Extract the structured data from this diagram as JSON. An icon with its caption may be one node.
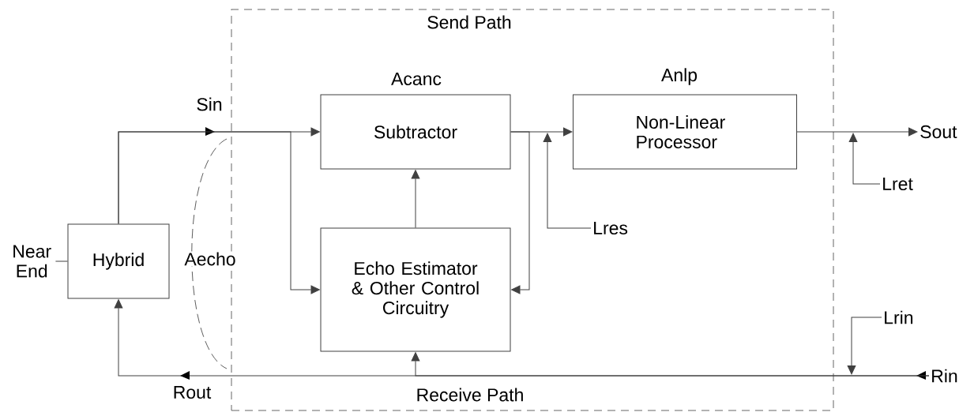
{
  "diagram": {
    "nodes": [
      {
        "text": [
          "Send Path",
          "Receive Path"
        ]
      },
      {
        "text": [
          "Hybrid"
        ]
      },
      {
        "text": [
          "Subtractor"
        ],
        "beside": [
          "Acanc"
        ],
        "in": 0
      },
      {
        "text": [
          "Non-Linear Processor"
        ],
        "beside": [
          "Anlp"
        ],
        "in": 0
      },
      {
        "text": [
          "Echo Estimator & Other Control Circuitry"
        ],
        "in": 0
      },
      {
        "text": [
          "Near End"
        ]
      },
      {
        "text": [
          "Sout"
        ]
      },
      {
        "text": [
          "Rin"
        ]
      },
      {
        "text": [
          "Lres"
        ],
        "in": 0
      },
      {
        "text": [
          "Lret"
        ]
      },
      {
        "text": [
          "Lrin"
        ]
      }
    ],
    "edges": [
      {
        "from": 5,
        "to": 1,
        "arrow": "none"
      },
      {
        "from": 1,
        "to": 2,
        "arrow": "to"
      },
      {
        "from": 1,
        "to": 4,
        "arrow": "to"
      },
      {
        "from": 4,
        "to": 2,
        "arrow": "to"
      },
      {
        "from": 2,
        "to": 3,
        "arrow": "to"
      },
      {
        "from": 2,
        "to": 4,
        "arrow": "to"
      },
      {
        "from": 8,
        "to": null,
        "arrow": "to"
      },
      {
        "from": 3,
        "to": 6,
        "arrow": "to"
      },
      {
        "from": 9,
        "to": null,
        "arrow": "to"
      },
      {
        "from": 7,
        "to": 1,
        "arrow": "to"
      },
      {
        "from": 7,
        "to": 4,
        "arrow": "to"
      },
      {
        "from": 10,
        "to": null,
        "arrow": "to"
      }
    ],
    "labels": [
      "Sin",
      "Aecho",
      "Rout"
    ]
  }
}
